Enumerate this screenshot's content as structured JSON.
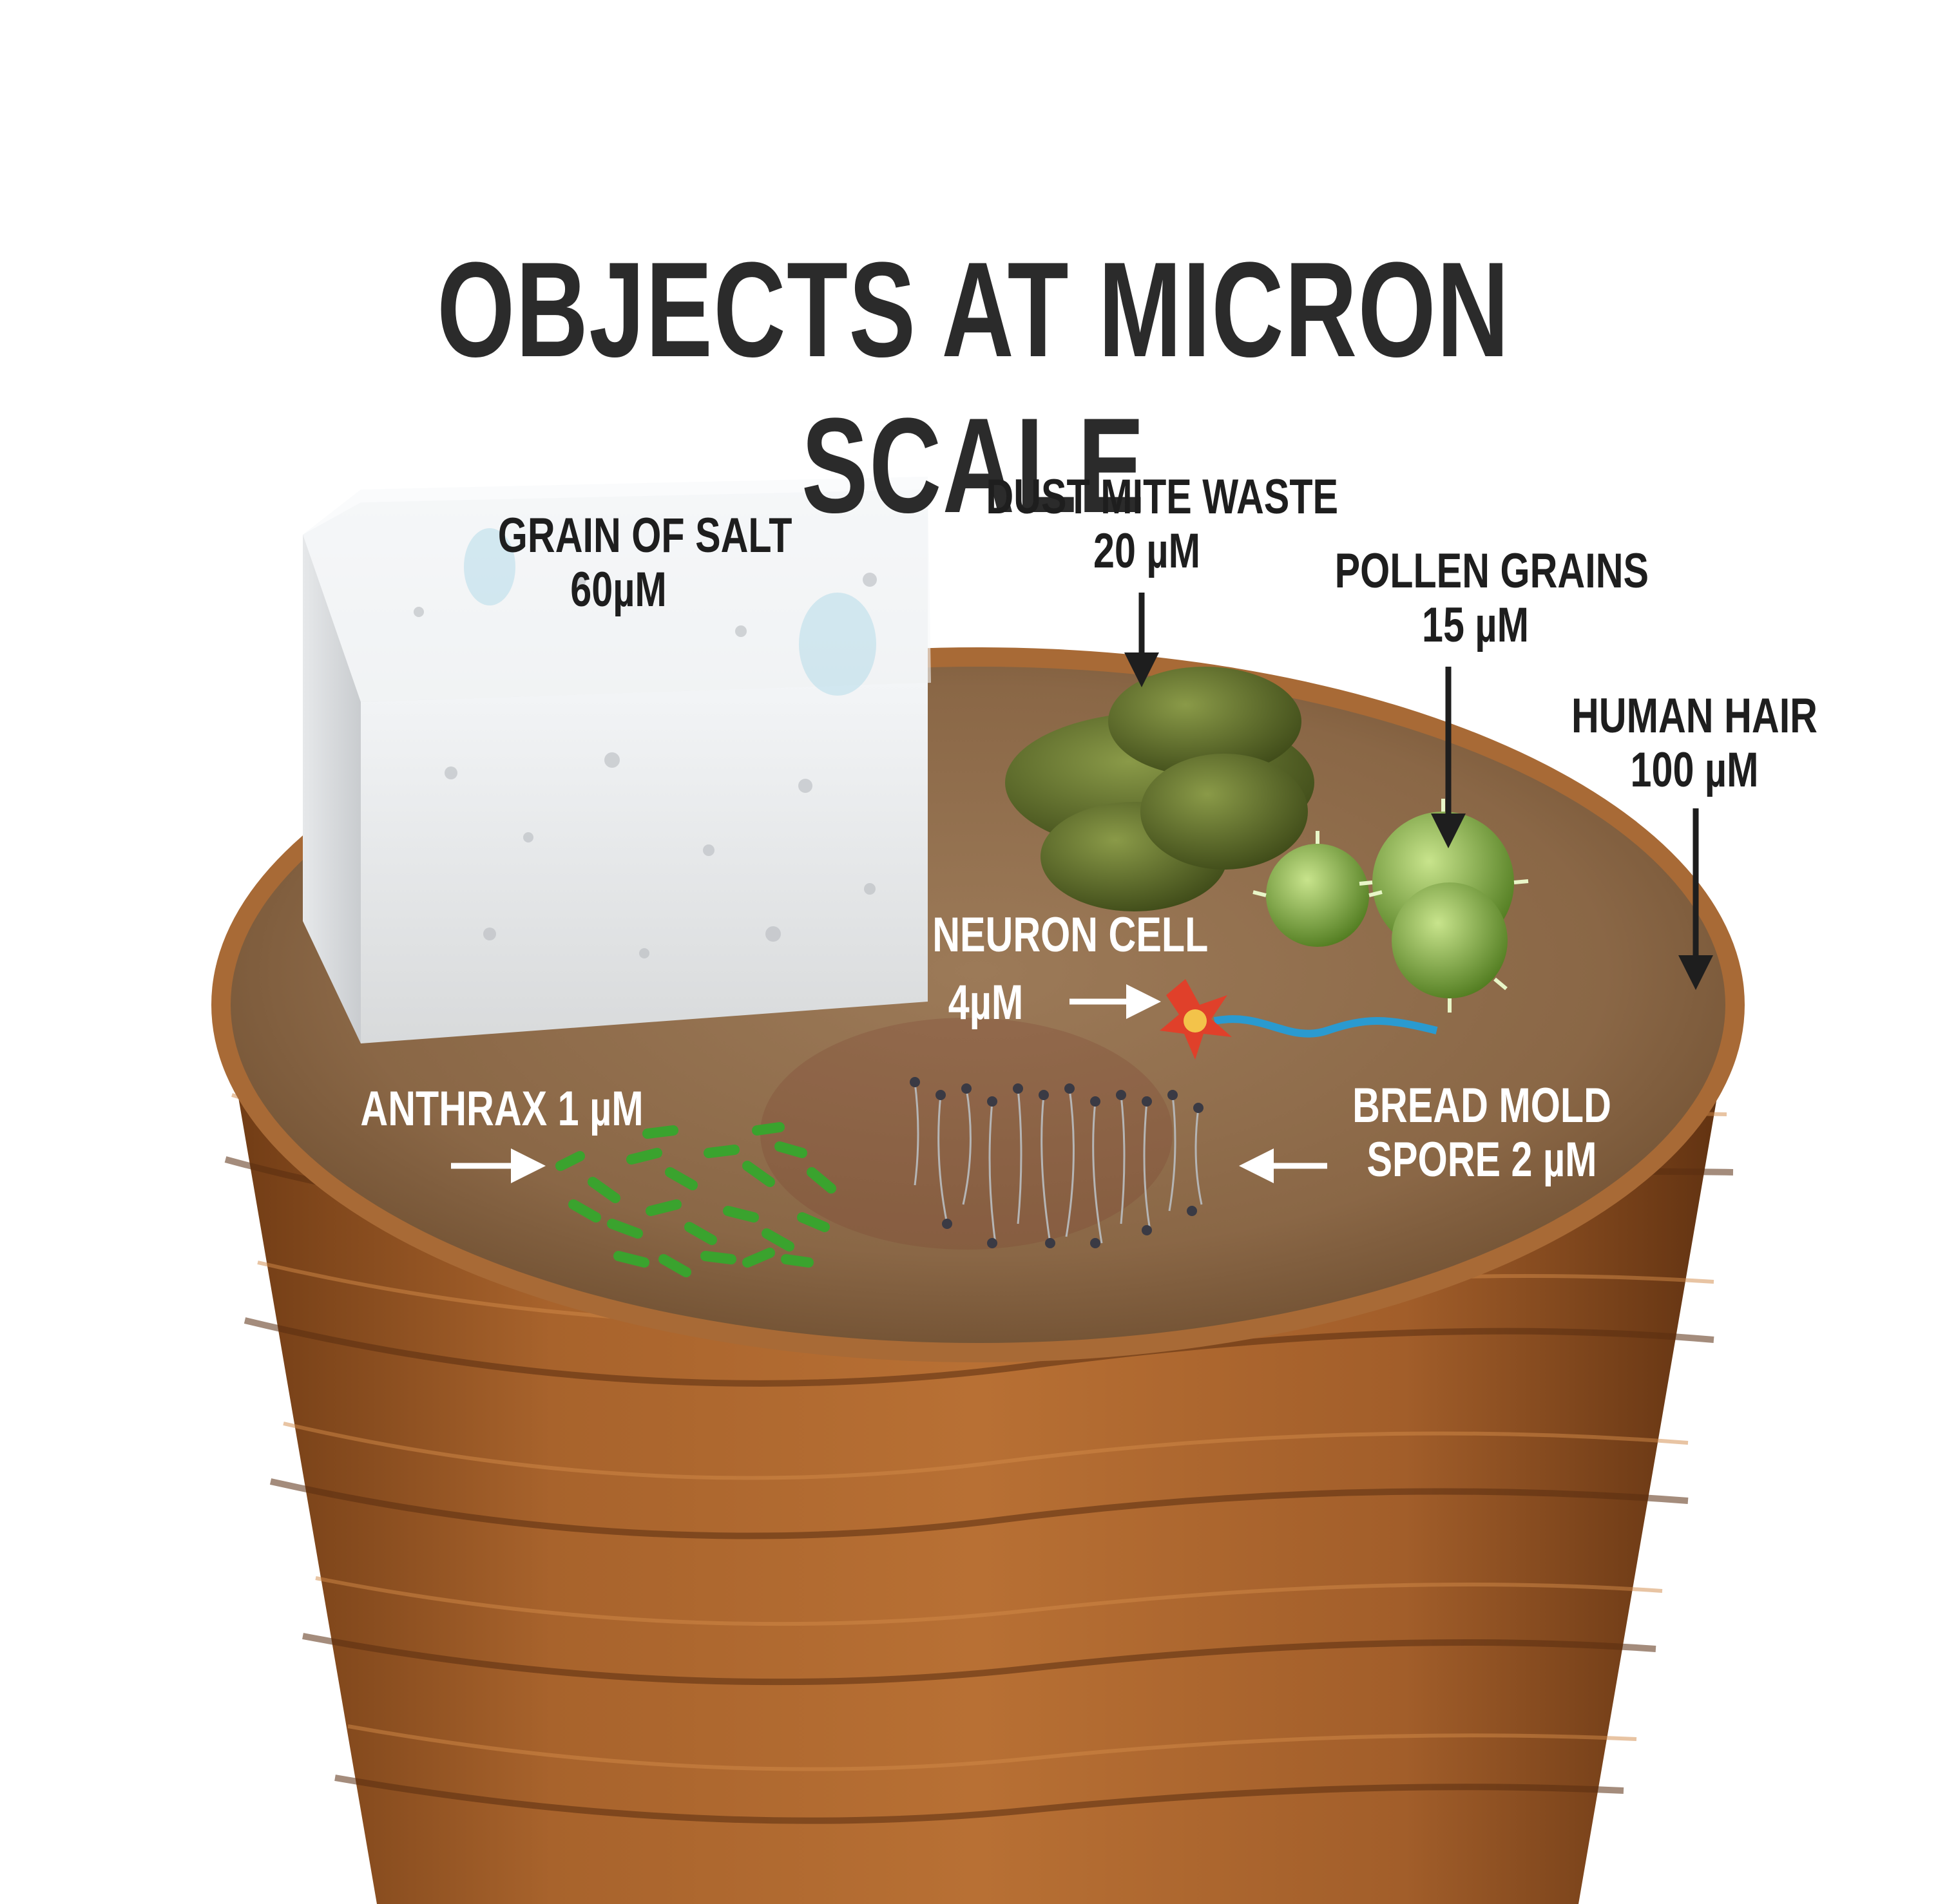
{
  "title": "OBJECTS AT MICRON SCALE",
  "labels": {
    "salt": {
      "name": "GRAIN OF SALT",
      "size": "60µM"
    },
    "dust": {
      "name": "DUST MITE WASTE",
      "size": "20 µM"
    },
    "pollen": {
      "name": "POLLEN GRAINS",
      "size": "15 µM"
    },
    "hair": {
      "name": "HUMAN HAIR",
      "size": "100 µM"
    },
    "neuron": {
      "name": "NEURON CELL",
      "size": "4µM"
    },
    "anthrax": {
      "name": "ANTHRAX 1 µM"
    },
    "mold": {
      "name": "BREAD MOLD",
      "size": "SPORE  2 µM"
    }
  },
  "colors": {
    "title": "#2b2b2b",
    "hair_side": "#9a5a2a",
    "hair_top": "#8e6a48",
    "salt": "#e9ecef",
    "dust": "#5e6e2a",
    "pollen": "#7fa83a",
    "anthrax": "#3aa32e",
    "neuron_body": "#e0402a",
    "neuron_axon": "#2a9ad0",
    "mold": "#9a9a9a"
  }
}
